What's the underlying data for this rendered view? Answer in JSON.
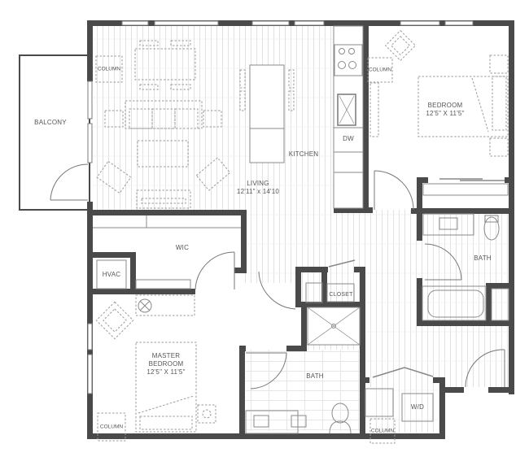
{
  "plan": {
    "colors": {
      "wall": "#4a4a4a",
      "line": "#8a8a8a",
      "text": "#555555",
      "background": "#ffffff"
    },
    "rooms": {
      "balcony": {
        "name": "BALCONY"
      },
      "living": {
        "name": "LIVING",
        "dimensions": "12'11\" x 14'10"
      },
      "kitchen": {
        "name": "KITCHEN"
      },
      "dishwasher": {
        "name": "DW"
      },
      "bedroom": {
        "name": "BEDROOM",
        "dimensions": "12'5\" X 11'5\""
      },
      "wic": {
        "name": "WIC"
      },
      "hvac": {
        "name": "HVAC"
      },
      "master_bedroom": {
        "name_line1": "MASTER",
        "name_line2": "BEDROOM",
        "dimensions": "12'5\" X 11'5\""
      },
      "closet": {
        "name": "CLOSET"
      },
      "master_bath": {
        "name": "BATH"
      },
      "bath": {
        "name": "BATH"
      },
      "laundry": {
        "name": "W/D"
      }
    },
    "columns": [
      {
        "label": "COLUMN"
      },
      {
        "label": "COLUMN"
      },
      {
        "label": "COLUMN"
      },
      {
        "label": "COLUMN"
      }
    ]
  }
}
